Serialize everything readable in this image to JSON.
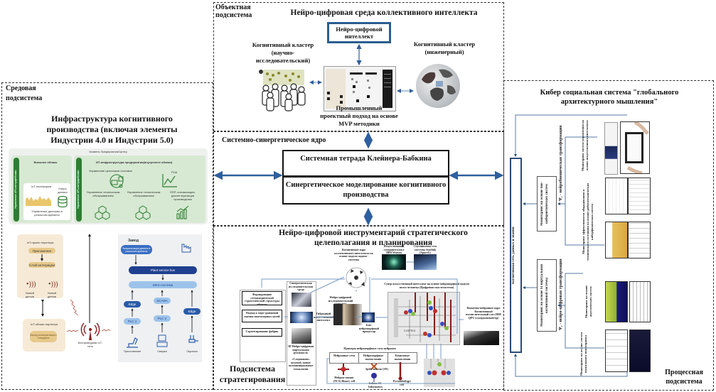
{
  "object_subsystem": {
    "label": "Объектная подсистема",
    "title": "Нейро-цифровая среда коллективного интеллекта",
    "center_box": "Нейро-цифровой интеллект",
    "left_cluster": "Когнитивный кластер (научно-исследовательский)",
    "right_cluster": "Когнитивный кластер (инженерный)",
    "approach": "Промышленный проектный подход на основе MVP методики"
  },
  "environment_subsystem": {
    "label": "Средовая подсистема",
    "title": "Инфраструктура когнитивного производства (включая элементы Индустрии 4.0 и Индустрии 5.0)",
    "enterprise": {
      "level": "Уровень Предприятия/Центр",
      "side_bar": "Управление API-интерфейсами",
      "external_cloud": "Внешнее облако",
      "iot_platform": "IoT-платформа",
      "data_lake": "Озеро данных",
      "realtime": "Управление данными в реальном времени",
      "it_infra": "ИТ-инфраструктура предприятия(внутреннее облако)",
      "supply_chain": "Управление цепочками поставок",
      "plm": "PLM",
      "maint1": "Управление техническим обслуживанием",
      "maint2": "Управление техническим обслуживанием",
      "erp": "ERP, оптимизация, диспетчеризация производства"
    },
    "partner": {
      "project": "IoT-проект партнера",
      "app": "Приложение",
      "integration": "Слой интеграции",
      "sensor1": "Умный датчик",
      "sensor2": "Умный датчик",
      "cloud": "IoT-облако партнера",
      "cloud_item": "Выход кооперативного стандарта",
      "wireless": "Беспроводная IoT-сеть"
    },
    "plant": {
      "title": "Завод",
      "visual": "Визуализация данных в реальном времени",
      "bus": "Plant service bus",
      "mes": "MES-система",
      "edge1": "Edge",
      "scada": "SCADA",
      "edge2": "Edge",
      "plc1": "PLC 1",
      "plc2": "PLC 2",
      "op1": "Прессование",
      "op2": "Сварка",
      "op3": "Окраска"
    }
  },
  "core": {
    "label": "Системно-синергетическое ядро",
    "top_box": "Системная тетрада Клейнера-Бабкина",
    "bottom_box": "Синергетическое моделирование когнитивного производства"
  },
  "strategy_subsystem": {
    "label": "Подсистема стратегирования",
    "title": "Нейро-цифровой инструментарий стратегического целеполагания и планирования",
    "left_boxes": [
      "Формирование сетецентрической стратегической структуры объекта",
      "Подход к мере уровневой оценки многомерных целей",
      "Стратегирование фабрик"
    ],
    "hub": "Когнитивное ядро коллективного интеллекта на основе модели задачи - системы",
    "ibm": "Искусственный суперинтеллект IBM Watson",
    "space": "Спутниковая сеть системы Starlink (SpaceX)",
    "synergy_env": "Синергетическая исследовательская среда",
    "hybrid": "Гибридный искусственный интеллект",
    "vr": "3D Нейро-цифровая виртуальная реальность",
    "following": "«Следование» целевой, новые экспоненциальные технологии",
    "neuro_lab": "Нейро-цифровой исследовательский комплекс",
    "bio": "Био-нейроморфный процессор",
    "super_ai": "Супер искусственный интеллект на основе нейроморфной модели мозга человека (Цифровая мыслесистема)",
    "quantum": "Квантово-нейронное ядро Когнитивный вычислительный узел IBM QPU (суперкомпьютер)",
    "core_label": "CORTEX",
    "legend_title": "Примеры нейроморфных схем нейронов",
    "legend_cols": [
      "Нейронные сети",
      "Нейроморфные вычисления",
      "Квантовые вычисления"
    ],
    "legend_items": [
      "Нейрон-синапс (NCS) Binary cell",
      "Spike-neuron (SN)",
      "Soliton-SI-Informatics",
      "Pyramidal(qp) cell"
    ]
  },
  "process_subsystem": {
    "label": "Процессная подсистема",
    "title": "Кибер социальная система \"глобального архитектурного мышления\"",
    "bus": "Когнитивная сеть данных и знаний",
    "monitor_bio": "Мониторинг на основе био-кибернетических систем",
    "monitor_si": "Мониторинг на основе SI виртуальной когнитивной системы",
    "transform1": "Ψ₁ - нейробионическая трансформация",
    "transform2": "Ψ₂ - нейро-цифровая трансформация",
    "m1": "Мониторинг систем управления на основе искусственного интеллекта",
    "m2": "Мониторинг эффективности оборудования и технического состояния на основе робототехнических киберфизических систем",
    "m3": "Мониторинг на основе акустических систем",
    "m4": "Мониторинг на основе систем визуального мониторинга"
  },
  "colors": {
    "arrow_blue": "#2f5f9e",
    "green_dark": "#2e7d32",
    "green_light": "#dcebd9",
    "orange_light": "#f6ead7",
    "blue_dark": "#1f3f8f",
    "blue_light": "#9dc3ea"
  }
}
